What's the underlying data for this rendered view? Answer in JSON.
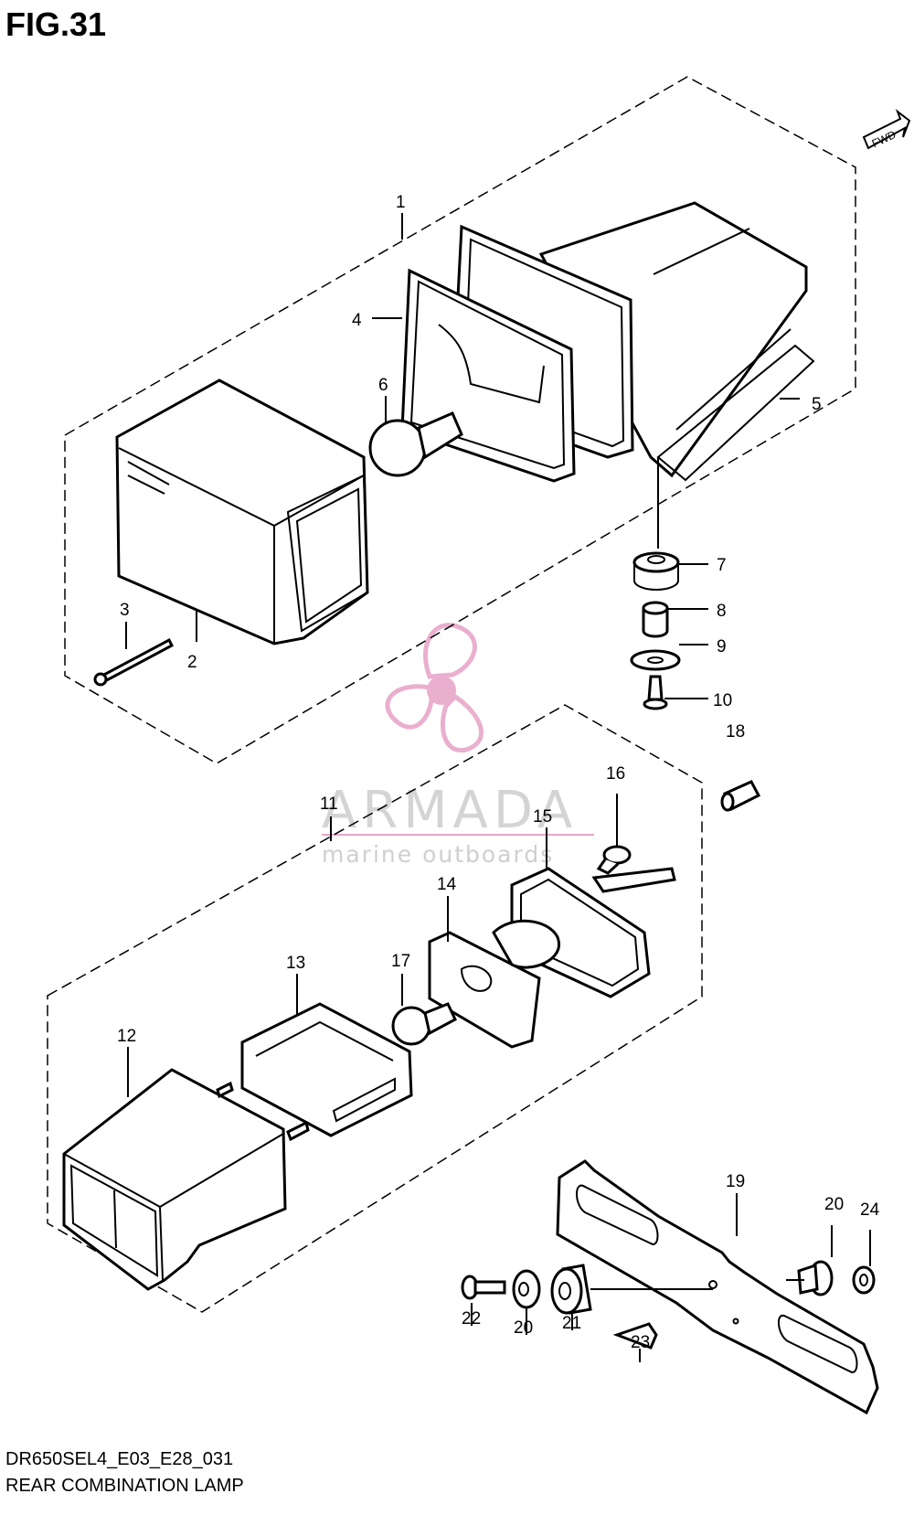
{
  "figure": {
    "title": "FIG.31"
  },
  "footer": {
    "code": "DR650SEL4_E03_E28_031",
    "name": "REAR COMBINATION LAMP"
  },
  "watermark": {
    "brand": "ARMADA",
    "tagline": "marine outboards",
    "color": "#e8a7c9"
  },
  "direction_marker": {
    "text": "FWD"
  },
  "callouts": {
    "c1": "1",
    "c2": "2",
    "c3": "3",
    "c4": "4",
    "c5": "5",
    "c6": "6",
    "c7": "7",
    "c8": "8",
    "c9": "9",
    "c10": "10",
    "c11": "11",
    "c12": "12",
    "c13": "13",
    "c14": "14",
    "c15": "15",
    "c16": "16",
    "c17": "17",
    "c18": "18",
    "c19": "19",
    "c20a": "20",
    "c20b": "20",
    "c21": "21",
    "c22": "22",
    "c23": "23",
    "c24": "24"
  }
}
